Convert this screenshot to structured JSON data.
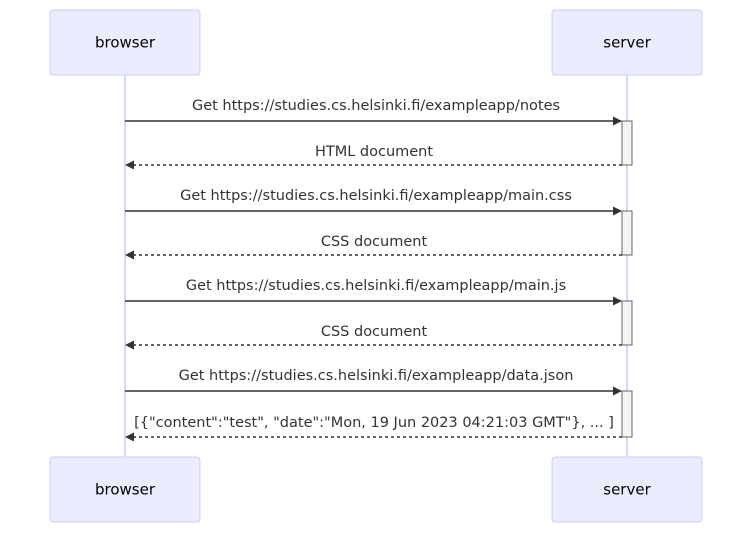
{
  "participants": [
    {
      "label": "browser"
    },
    {
      "label": "server"
    }
  ],
  "messages": [
    {
      "label": "Get https://studies.cs.helsinki.fi/exampleapp/notes",
      "type": "request"
    },
    {
      "label": "HTML document",
      "type": "response"
    },
    {
      "label": "Get https://studies.cs.helsinki.fi/exampleapp/main.css",
      "type": "request"
    },
    {
      "label": "CSS document",
      "type": "response"
    },
    {
      "label": "Get https://studies.cs.helsinki.fi/exampleapp/main.js",
      "type": "request"
    },
    {
      "label": "CSS document",
      "type": "response"
    },
    {
      "label": "Get https://studies.cs.helsinki.fi/exampleapp/data.json",
      "type": "request"
    },
    {
      "label": "[{\"content\":\"test\", \"date\":\"Mon, 19 Jun 2023 04:21:03 GMT\"}, ... ]",
      "type": "response"
    }
  ],
  "colors": {
    "actor_fill": "#ECECFF",
    "actor_border": "#CCCCFF",
    "line": "#333333"
  }
}
